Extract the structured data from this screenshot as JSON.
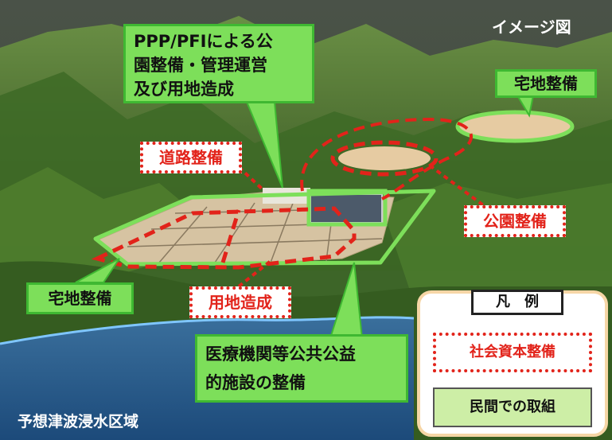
{
  "image_label": "イメージ図",
  "tsunami_label": "予想津波浸水区域",
  "callouts": {
    "ppp_pfi": {
      "line1": "PPP/PFIによる公",
      "line2": "園整備・管理運営",
      "line3": "及び用地造成"
    },
    "housing_right": "宅地整備",
    "road": "道路整備",
    "park": "公園整備",
    "housing_left": "宅地整備",
    "land": "用地造成",
    "medical": {
      "line1": "医療機関等公共公益",
      "line2": "的施設の整備"
    }
  },
  "legend": {
    "title": "凡　例",
    "social_capital": "社会資本整備",
    "private": "民間での取組"
  },
  "colors": {
    "private_green": "#7ddf5a",
    "private_border": "#3fb832",
    "public_red": "#e2231a",
    "sea_blue": "#2a7fc8"
  }
}
